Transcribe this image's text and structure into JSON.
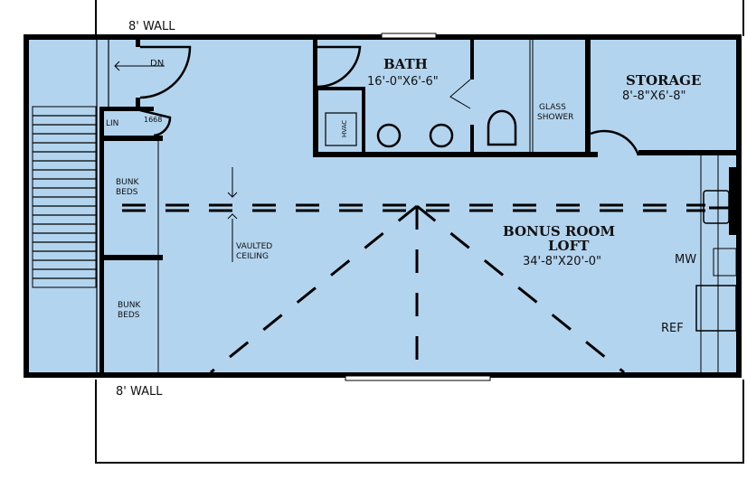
{
  "colors": {
    "floor": "#b3d4ee",
    "wall": "#000000"
  },
  "walls": {
    "top": "8' WALL",
    "bottom": "8' WALL"
  },
  "stairs": {
    "label": "DN"
  },
  "linen": {
    "label": "LIN",
    "door": "1668"
  },
  "bath": {
    "name": "BATH",
    "size": "16'-0\"X6'-6\"",
    "hvac": "HVAC",
    "shower_line1": "GLASS",
    "shower_line2": "SHOWER"
  },
  "storage": {
    "name": "STORAGE",
    "size": "8'-8\"X6'-8\""
  },
  "bunk1": {
    "line1": "BUNK",
    "line2": "BEDS"
  },
  "bunk2": {
    "line1": "BUNK",
    "line2": "BEDS"
  },
  "ceiling": {
    "line1": "VAULTED",
    "line2": "CEILING"
  },
  "loft": {
    "name1": "BONUS ROOM",
    "name2": "LOFT",
    "size": "34'-8\"X20'-0\""
  },
  "appliances": {
    "mw": "MW",
    "ref": "REF"
  }
}
